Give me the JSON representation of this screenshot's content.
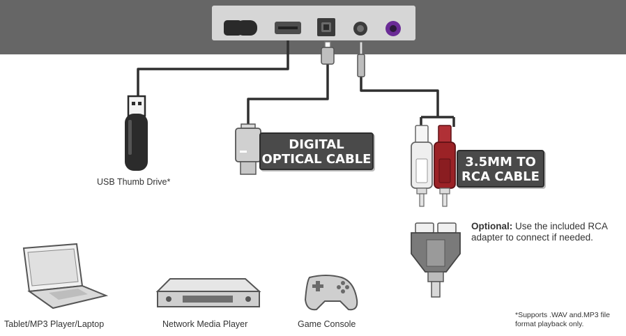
{
  "cables": {
    "optical": {
      "line1": "DIGITAL",
      "line2": "OPTICAL CABLE"
    },
    "rca": {
      "line1": "3.5MM TO",
      "line2": "RCA CABLE"
    }
  },
  "devices": {
    "usb": "USB Thumb Drive*",
    "tablet": "Tablet/MP3 Player/Laptop",
    "network": "Network Media Player",
    "console": "Game Console"
  },
  "optional_note": {
    "bold": "Optional:",
    "text": " Use the included RCA adapter to connect if needed."
  },
  "footnote": "*Supports .WAV and.MP3 file format playback only.",
  "colors": {
    "panel_background": "#666666",
    "port_panel": "#d6d6d6",
    "cable": "#2f2f2f",
    "rca_red": "#9b2226",
    "aux_port_purple": "#6a2b96",
    "label_background": "#4a4a4a"
  }
}
